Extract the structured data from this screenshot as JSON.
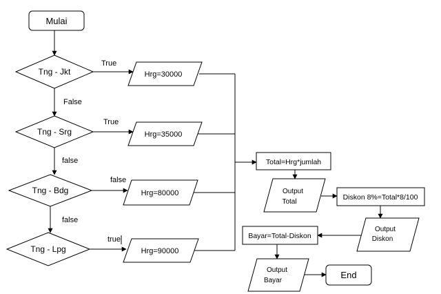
{
  "flowchart": {
    "start": "Mulai",
    "end": "End",
    "decisions": {
      "jkt": "Tng - Jkt",
      "srg": "Tng - Srg",
      "bdg": "Tng - Bdg",
      "lpg": "Tng - Lpg"
    },
    "prices": {
      "jkt": "Hrg=30000",
      "srg": "Hrg=35000",
      "bdg": "Hrg=80000",
      "lpg": "Hrg=90000"
    },
    "edge_labels": {
      "jkt_true": "True",
      "jkt_false": "False",
      "srg_true": "True",
      "srg_false": "false",
      "bdg_true": "false",
      "bdg_false": "false",
      "lpg_true": "true"
    },
    "process": {
      "total": "Total=Hrg*jumlah",
      "diskon": "Diskon 8%=Total*8/100",
      "bayar": "Bayar=Total-Diskon"
    },
    "outputs": {
      "total_line1": "Output",
      "total_line2": "Total",
      "diskon_line1": "Output",
      "diskon_line2": "Diskon",
      "bayar_line1": "Output",
      "bayar_line2": "Bayar"
    }
  }
}
